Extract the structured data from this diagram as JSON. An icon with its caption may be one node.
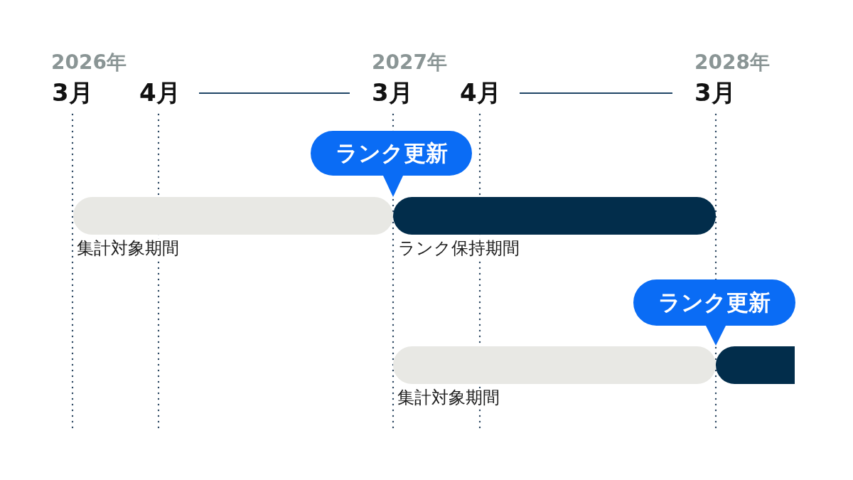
{
  "diagram": {
    "nodes": [
      {
        "text": [
          "ランク更新"
        ]
      },
      {
        "text": [],
        "shape": "bar",
        "beside": [
          "集計対象期間"
        ]
      },
      {
        "text": [],
        "shape": "bar",
        "beside": [
          "ランク保持期間"
        ]
      },
      {
        "text": [
          "ランク更新"
        ]
      },
      {
        "text": [],
        "shape": "bar",
        "beside": [
          "集計対象期間"
        ]
      },
      {
        "text": [],
        "shape": "bar"
      }
    ],
    "labels": [
      "2026年",
      "2027年",
      "2028年",
      "3月",
      "4月",
      "3月",
      "4月",
      "3月"
    ]
  }
}
